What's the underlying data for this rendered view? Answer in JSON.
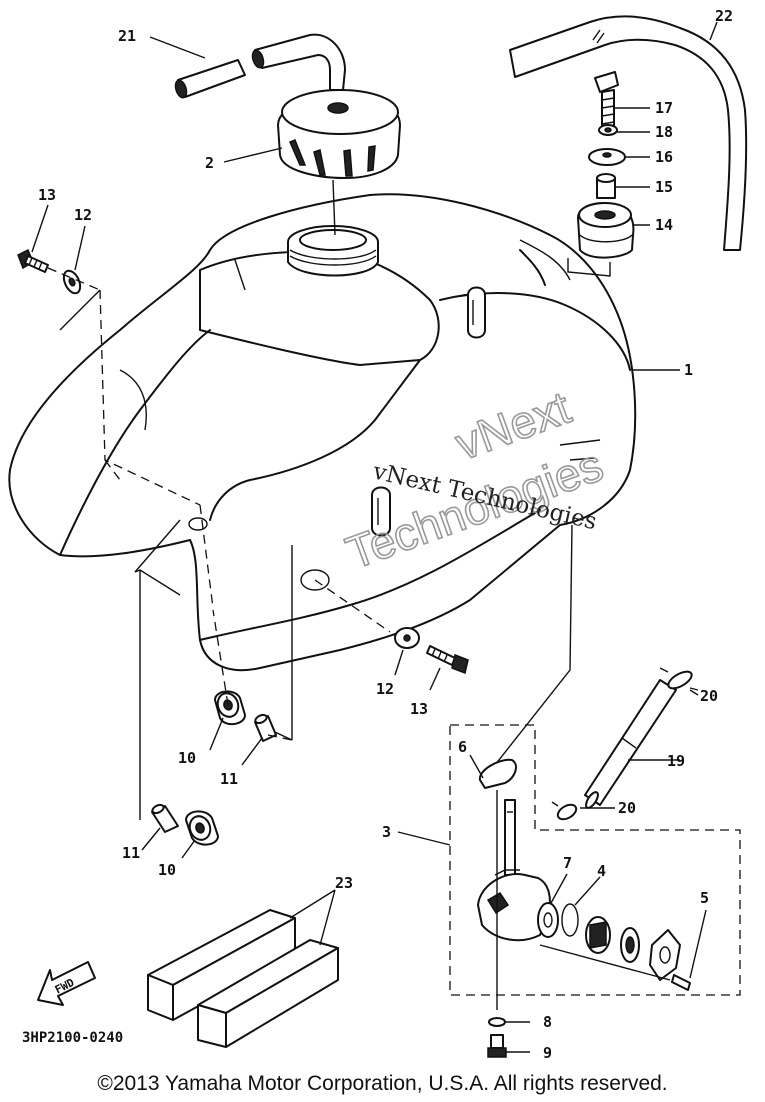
{
  "diagram_code": "3HP2100-0240",
  "fwd_label": "FWD",
  "watermark": {
    "line1": "vNext Technologies",
    "line2a": "vNext",
    "line2b": "Technologies"
  },
  "copyright": "©2013 Yamaha Motor Corporation, U.S.A. All rights reserved.",
  "callouts": {
    "c1": "1",
    "c2": "2",
    "c3": "3",
    "c4": "4",
    "c5": "5",
    "c6": "6",
    "c7": "7",
    "c8": "8",
    "c9": "9",
    "c10a": "10",
    "c10b": "10",
    "c11a": "11",
    "c11b": "11",
    "c12a": "12",
    "c12b": "12",
    "c13a": "13",
    "c13b": "13",
    "c14": "14",
    "c15": "15",
    "c16": "16",
    "c17": "17",
    "c18": "18",
    "c19": "19",
    "c20a": "20",
    "c20b": "20",
    "c21": "21",
    "c22": "22",
    "c23": "23"
  }
}
